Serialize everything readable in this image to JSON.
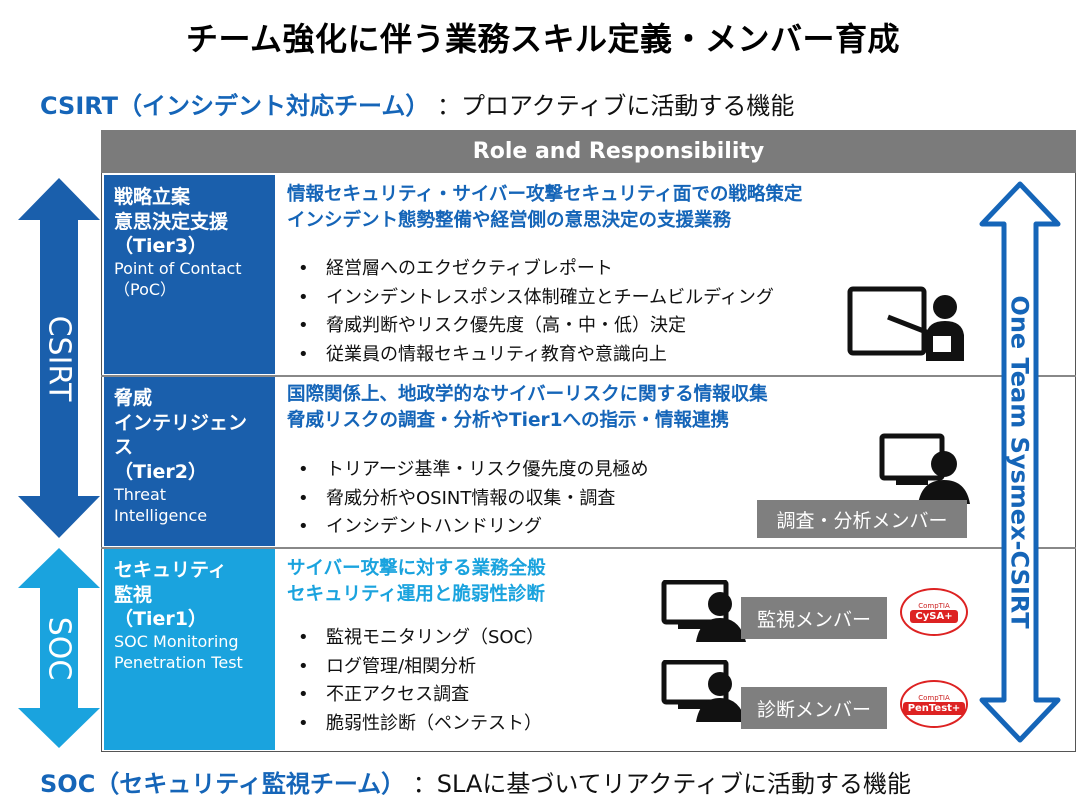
{
  "title": "チーム強化に伴う業務スキル定義・メンバー育成",
  "csirt_line": {
    "name": "CSIRT（インシデント対応チーム）",
    "desc": "：プロアクティブに活動する機能"
  },
  "soc_line": {
    "name": "SOC（セキュリティ監視チーム）",
    "desc": "：SLAに基づいてリアクティブに活動する機能"
  },
  "table_header": "Role and Responsibility",
  "side_labels": {
    "csirt": "CSIRT",
    "soc": "SOC",
    "one_team": "One Team  Sysmex-CSIRT"
  },
  "tiers": [
    {
      "name_lines": [
        "戦略立案",
        "意思決定支援",
        "（Tier3）"
      ],
      "note_lines": [
        "Point of Contact",
        "（PoC）"
      ],
      "headings": [
        "情報セキュリティ・サイバー攻撃セキュリティ面での戦略策定",
        "インシデント態勢整備や経営側の意思決定の支援業務"
      ],
      "bullets": [
        "経営層へのエクゼクティブレポート",
        "インシデントレスポンス体制確立とチームビルディング",
        "脅威判断やリスク優先度（高・中・低）決定",
        "従業員の情報セキュリティ教育や意識向上"
      ]
    },
    {
      "name_lines": [
        "脅威",
        "インテリジェンス",
        "（Tier2）"
      ],
      "note_lines": [
        "Threat",
        "Intelligence"
      ],
      "headings": [
        "国際関係上、地政学的なサイバーリスクに関する情報収集",
        "脅威リスクの調査・分析やTier1への指示・情報連携"
      ],
      "bullets": [
        "トリアージ基準・リスク優先度の見極め",
        "脅威分析やOSINT情報の収集・調査",
        "インシデントハンドリング"
      ],
      "member": "調査・分析メンバー"
    },
    {
      "name_lines": [
        "セキュリティ",
        "監視",
        "（Tier1）"
      ],
      "note_lines": [
        "SOC  Monitoring",
        "Penetration Test"
      ],
      "headings": [
        "サイバー攻撃に対する業務全般",
        "セキュリティ運用と脆弱性診断"
      ],
      "bullets": [
        "監視モニタリング（SOC）",
        "ログ管理/相関分析",
        "不正アクセス調査",
        "脆弱性診断（ペンテスト）"
      ],
      "members": [
        "監視メンバー",
        "診断メンバー"
      ],
      "badges": [
        {
          "top": "CompTIA",
          "label": "CySA+"
        },
        {
          "top": "CompTIA",
          "label": "PenTest+"
        }
      ]
    }
  ],
  "colors": {
    "tier3": "#1a5fac",
    "tier2": "#1a5fac",
    "tier1": "#1aa3de",
    "heading_dark": "#1565b8",
    "heading_light": "#1aa3de",
    "header": "#7b7b7b",
    "chip": "#7f7f7f"
  }
}
